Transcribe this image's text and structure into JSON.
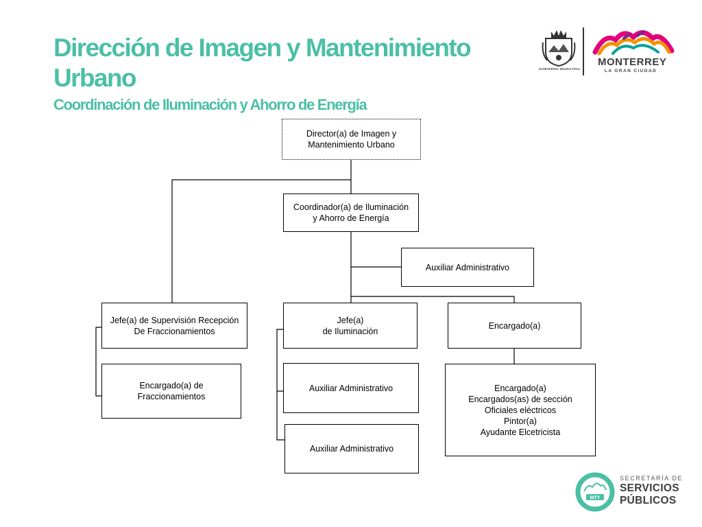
{
  "header": {
    "title": "Dirección de Imagen y Mantenimiento Urbano",
    "subtitle": "Coordinación de Iluminación y Ahorro de  Energía"
  },
  "logos": {
    "crest_caption": "GOBIERNO MUNICIPAL",
    "city_name": "MONTERREY",
    "city_tagline": "LA GRAN CIUDAD",
    "badge_mark": "MTY",
    "badge_line1": "SECRETARÍA DE",
    "badge_line2": "SERVICIOS",
    "badge_line3": "PÚBLICOS"
  },
  "colors": {
    "accent": "#4bbfa6",
    "logo_dark": "#3d3d3d"
  },
  "org": {
    "director": "Director(a) de Imagen y\nMantenimiento Urbano",
    "coordinator": "Coordinador(a) de Iluminación\ny Ahorro de Energía",
    "coord_assistant": "Auxiliar Administrativo",
    "supervision_head": "Jefe(a) de Supervisión Recepción\nDe Fraccionamientos",
    "subdivisions_manager": "Encargado(a) de\nFraccionamientos",
    "lighting_head": "Jefe(a)\nde Iluminación",
    "lighting_assistant_1": "Auxiliar Administrativo",
    "lighting_assistant_2": "Auxiliar Administrativo",
    "manager": "Encargado(a)",
    "manager_staff": "Encargado(a)\nEncargados(as) de sección\nOficiales eléctricos\nPintor(a)\nAyudante Elcetricista"
  }
}
